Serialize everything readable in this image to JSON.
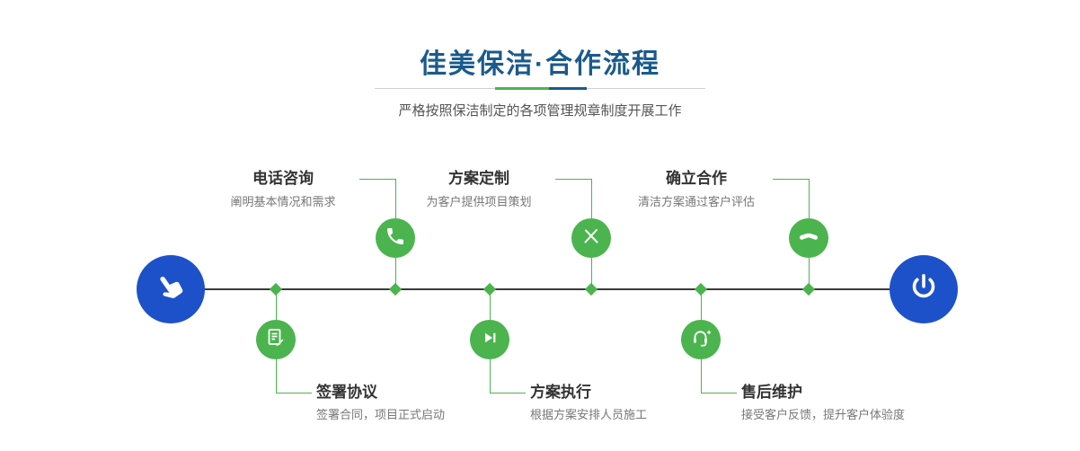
{
  "header": {
    "title": "佳美保洁·合作流程",
    "subtitle": "严格按照保洁制定的各项管理规章制度开展工作"
  },
  "flow": {
    "terminals": {
      "start_icon": "pointing-hand-icon",
      "end_icon": "power-icon"
    },
    "steps_top": [
      {
        "title": "电话咨询",
        "desc": "阐明基本情况和需求",
        "icon": "phone-icon"
      },
      {
        "title": "方案定制",
        "desc": "为客户提供项目策划",
        "icon": "design-tools-icon"
      },
      {
        "title": "确立合作",
        "desc": "清洁方案通过客户评估",
        "icon": "handshake-icon"
      }
    ],
    "steps_bottom": [
      {
        "title": "签署协议",
        "desc": "签署合同，项目正式启动",
        "icon": "contract-icon"
      },
      {
        "title": "方案执行",
        "desc": "根据方案安排人员施工",
        "icon": "play-icon"
      },
      {
        "title": "售后维护",
        "desc": "接受客户反馈，提升客户体验度",
        "icon": "headset-icon"
      }
    ]
  },
  "colors": {
    "primary_blue": "#1a5a8c",
    "green": "#4bb44e",
    "circle_blue": "#1d51c9",
    "timeline_dark": "#3a3a3a"
  }
}
